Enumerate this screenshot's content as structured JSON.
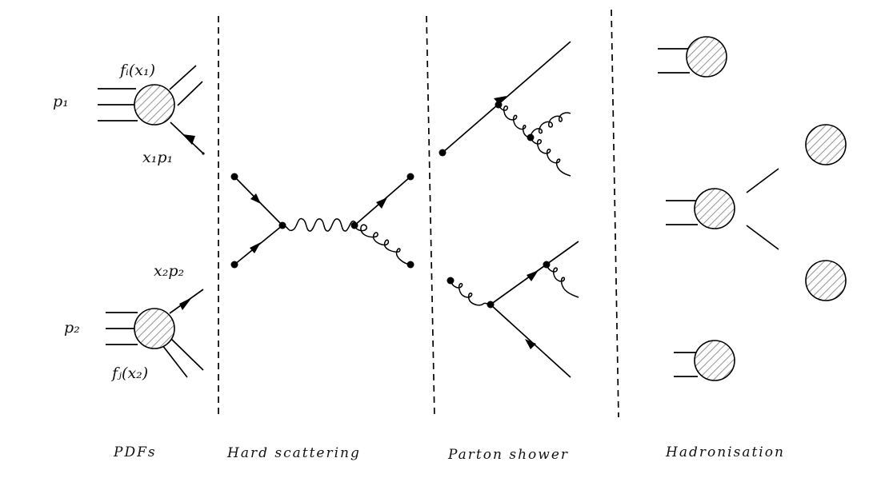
{
  "stages": [
    {
      "label": "PDFs"
    },
    {
      "label": "Hard scattering"
    },
    {
      "label": "Parton shower"
    },
    {
      "label": "Hadronisation"
    }
  ],
  "pdf_labels": {
    "p1": "p₁",
    "p2": "p₂",
    "fi": "fᵢ(x₁)",
    "fj": "fⱼ(x₂)",
    "x1p1": "x₁p₁",
    "x2p2": "x₂p₂"
  }
}
